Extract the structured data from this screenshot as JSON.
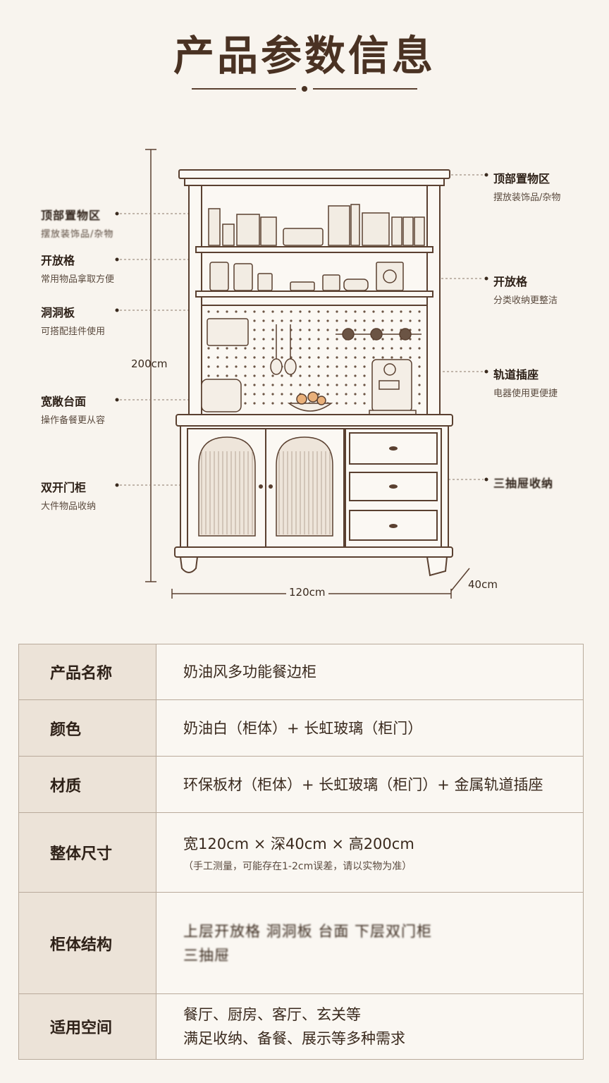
{
  "title": "产品参数信息",
  "callouts": [
    {
      "id": "top-left",
      "title": "顶部置物区",
      "sub": "摆放装饰品/杂物"
    },
    {
      "id": "open-shelf-left",
      "title": "开放格",
      "sub": "常用物品拿取方便"
    },
    {
      "id": "pegboard",
      "title": "洞洞板",
      "sub": "可搭配挂件使用"
    },
    {
      "id": "countertop",
      "title": "宽敞台面",
      "sub": "操作备餐更从容"
    },
    {
      "id": "double-door",
      "title": "双开门柜",
      "sub": "大件物品收纳"
    },
    {
      "id": "top-area",
      "title": "顶部置物区",
      "sub": "摆放装饰品/杂物"
    },
    {
      "id": "open-shelf-right",
      "title": "开放格",
      "sub": "分类收纳更整洁"
    },
    {
      "id": "track-socket",
      "title": "轨道插座",
      "sub": "电器使用更便捷"
    },
    {
      "id": "drawers",
      "title": "三抽屉收纳",
      "sub": ""
    }
  ],
  "dimensions": {
    "height": "200cm",
    "width": "120cm",
    "depth": "40cm"
  },
  "spec_rows": [
    {
      "key": "产品名称",
      "lines": [
        "奶油风多功能餐边柜"
      ],
      "note": ""
    },
    {
      "key": "颜色",
      "lines": [
        "奶油白（柜体）+ 长虹玻璃（柜门）"
      ],
      "note": ""
    },
    {
      "key": "材质",
      "lines": [
        "环保板材（柜体）+ 长虹玻璃（柜门）+ 金属轨道插座"
      ],
      "note": ""
    },
    {
      "key": "整体尺寸",
      "lines": [
        "宽120cm × 深40cm × 高200cm"
      ],
      "note": "（手工测量，可能存在1-2cm误差，请以实物为准）"
    },
    {
      "key": "柜体结构",
      "lines": [
        "上层开放格 洞洞板 台面 下层双门柜",
        "三抽屉"
      ],
      "note": ""
    },
    {
      "key": "适用空间",
      "lines": [
        "餐厅、厨房、客厅、玄关等",
        "满足收纳、备餐、展示等多种需求"
      ],
      "note": ""
    }
  ],
  "colors": {
    "background": "#f8f4ee",
    "title": "#4a3223",
    "key_cell": "#ece3d8",
    "line": "#6b5444"
  }
}
